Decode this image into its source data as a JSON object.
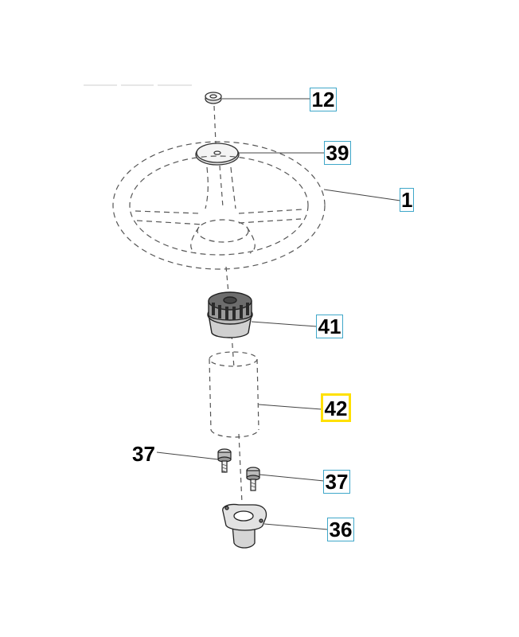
{
  "callouts": {
    "c12": "12",
    "c39": "39",
    "c1": "1",
    "c41": "41",
    "c42": "42",
    "c37_left": "37",
    "c37_right": "37",
    "c36": "36"
  },
  "colors": {
    "callout_border": "#3fa7c9",
    "highlight_border": "#ffe000",
    "line": "#333333"
  }
}
